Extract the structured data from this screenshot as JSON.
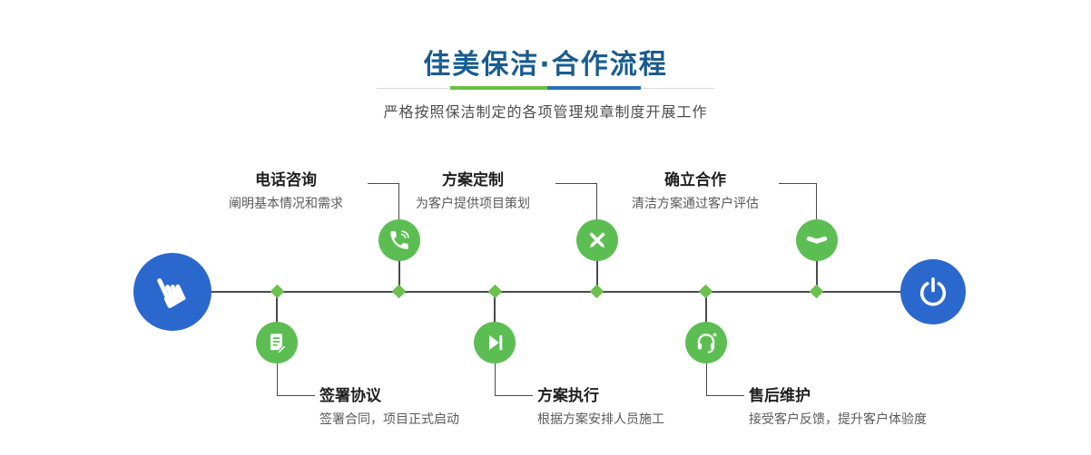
{
  "header": {
    "title": "佳美保洁·合作流程",
    "subtitle": "严格按照保洁制定的各项管理规章制度开展工作"
  },
  "steps_top": [
    {
      "title": "电话咨询",
      "desc": "阐明基本情况和需求",
      "icon": "phone-icon"
    },
    {
      "title": "方案定制",
      "desc": "为客户提供项目策划",
      "icon": "design-tools-icon"
    },
    {
      "title": "确立合作",
      "desc": "清洁方案通过客户评估",
      "icon": "handshake-icon"
    }
  ],
  "steps_bottom": [
    {
      "title": "签署协议",
      "desc": "签署合同，项目正式启动",
      "icon": "contract-icon"
    },
    {
      "title": "方案执行",
      "desc": "根据方案安排人员施工",
      "icon": "play-next-icon"
    },
    {
      "title": "售后维护",
      "desc": "接受客户反馈，提升客户体验度",
      "icon": "headset-icon"
    }
  ],
  "endpoints": {
    "start_icon": "pointing-hand-icon",
    "end_icon": "power-icon"
  },
  "colors": {
    "title_blue": "#1a5c8f",
    "accent_green": "#5cbe52",
    "diamond_green": "#6bc04e",
    "accent_blue": "#2b68ce",
    "line_dark": "#4a4a4a",
    "divider_green": "#6cbe45",
    "divider_blue": "#2e6db5"
  }
}
